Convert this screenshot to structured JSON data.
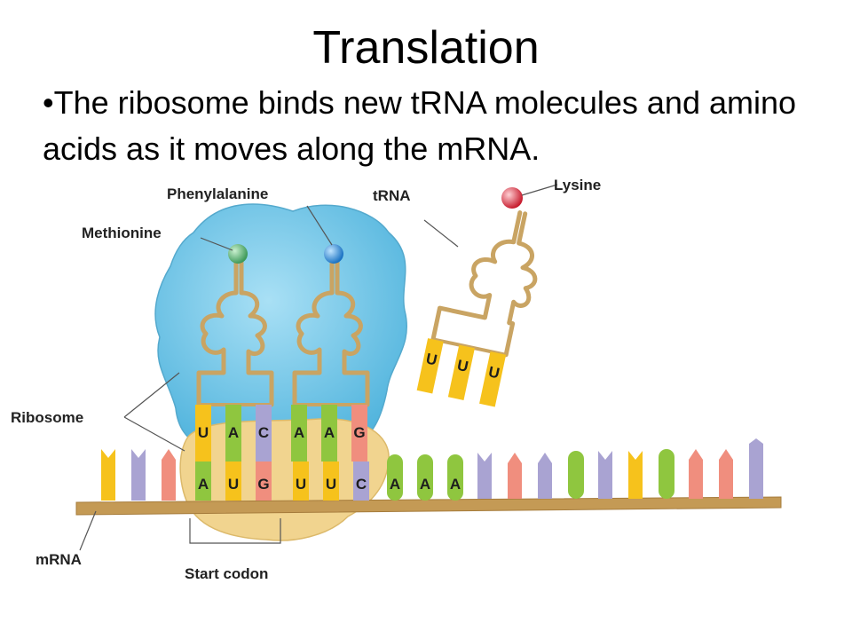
{
  "slide": {
    "title": "Translation",
    "bullet": "•The ribosome binds new tRNA molecules and amino acids as it moves along the mRNA."
  },
  "labels": {
    "phenylalanine": "Phenylalanine",
    "methionine": "Methionine",
    "trna": "tRNA",
    "lysine": "Lysine",
    "ribosome": "Ribosome",
    "mrna": "mRNA",
    "start_codon": "Start codon"
  },
  "anticodons": {
    "trna_1": [
      "U",
      "A",
      "C"
    ],
    "trna_2": [
      "A",
      "A",
      "G"
    ],
    "trna_free": [
      "U",
      "U",
      "U"
    ]
  },
  "codons": [
    "A",
    "U",
    "G",
    "U",
    "U",
    "C",
    "A",
    "A",
    "A"
  ],
  "colors": {
    "ribosome_blue": "#6bc3e6",
    "ribosome_tan": "#f1d48f",
    "trna_tan": "#c9a463",
    "mrna_backbone": "#c49a55",
    "adenine_green": "#8fc63f",
    "uracil_yellow": "#f6c21c",
    "cytosine_purple": "#a9a3d2",
    "guanine_red": "#f08e7e",
    "methionine_green": "#4caf6a",
    "phenylalanine_blue": "#2a8fd6",
    "lysine_red": "#e23a4a"
  }
}
